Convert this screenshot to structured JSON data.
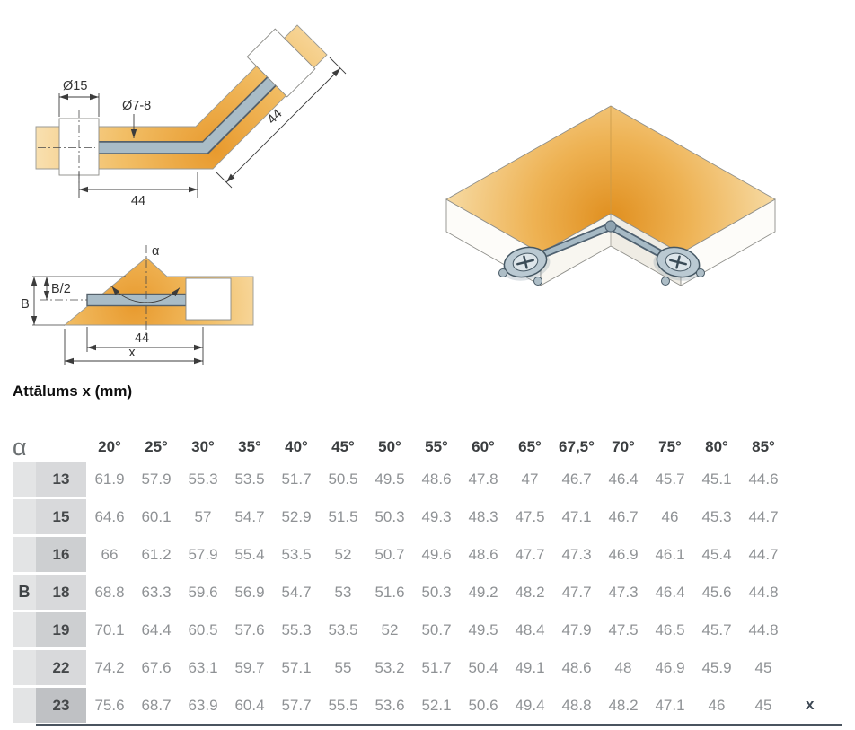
{
  "title": "Attālums x (mm)",
  "table": {
    "corner_label": "α",
    "b_label": "B",
    "x_label": "x",
    "angle_headers": [
      "20°",
      "25°",
      "30°",
      "35°",
      "40°",
      "45°",
      "50°",
      "55°",
      "60°",
      "65°",
      "67,5°",
      "70°",
      "75°",
      "80°",
      "85°"
    ],
    "rows": [
      {
        "b": "13",
        "tone": "light",
        "values": [
          "61.9",
          "57.9",
          "55.3",
          "53.5",
          "51.7",
          "50.5",
          "49.5",
          "48.6",
          "47.8",
          "47",
          "46.7",
          "46.4",
          "45.7",
          "45.1",
          "44.6"
        ]
      },
      {
        "b": "15",
        "tone": "light",
        "values": [
          "64.6",
          "60.1",
          "57",
          "54.7",
          "52.9",
          "51.5",
          "50.3",
          "49.3",
          "48.3",
          "47.5",
          "47.1",
          "46.7",
          "46",
          "45.3",
          "44.7"
        ]
      },
      {
        "b": "16",
        "tone": "mid",
        "values": [
          "66",
          "61.2",
          "57.9",
          "55.4",
          "53.5",
          "52",
          "50.7",
          "49.6",
          "48.6",
          "47.7",
          "47.3",
          "46.9",
          "46.1",
          "45.4",
          "44.7"
        ]
      },
      {
        "b": "18",
        "tone": "light",
        "values": [
          "68.8",
          "63.3",
          "59.6",
          "56.9",
          "54.7",
          "53",
          "51.6",
          "50.3",
          "49.2",
          "48.2",
          "47.7",
          "47.3",
          "46.4",
          "45.6",
          "44.8"
        ]
      },
      {
        "b": "19",
        "tone": "mid",
        "values": [
          "70.1",
          "64.4",
          "60.5",
          "57.6",
          "55.3",
          "53.5",
          "52",
          "50.7",
          "49.5",
          "48.4",
          "47.9",
          "47.5",
          "46.5",
          "45.7",
          "44.8"
        ]
      },
      {
        "b": "22",
        "tone": "light",
        "values": [
          "74.2",
          "67.6",
          "63.1",
          "59.7",
          "57.1",
          "55",
          "53.2",
          "51.7",
          "50.4",
          "49.1",
          "48.6",
          "48",
          "46.9",
          "45.9",
          "45"
        ]
      },
      {
        "b": "23",
        "tone": "dark",
        "values": [
          "75.6",
          "68.7",
          "63.9",
          "60.4",
          "57.7",
          "55.5",
          "53.6",
          "52.1",
          "50.6",
          "49.4",
          "48.8",
          "48.2",
          "47.1",
          "46",
          "45"
        ]
      }
    ]
  },
  "drawings": {
    "d1_hole_dia": "Ø15",
    "d1_bolt_dia": "Ø7-8",
    "d1_len_diagonal": "44",
    "d1_len_horizontal": "44",
    "d2_angle": "α",
    "d2_b_half": "B/2",
    "d2_b": "B",
    "d2_len": "44",
    "d2_x": "x"
  },
  "colors": {
    "panel_orange": "#e89a2e",
    "panel_pale": "#fbeccb",
    "connector_gray": "#a9bcc7",
    "rule_dark": "#4a545f"
  }
}
